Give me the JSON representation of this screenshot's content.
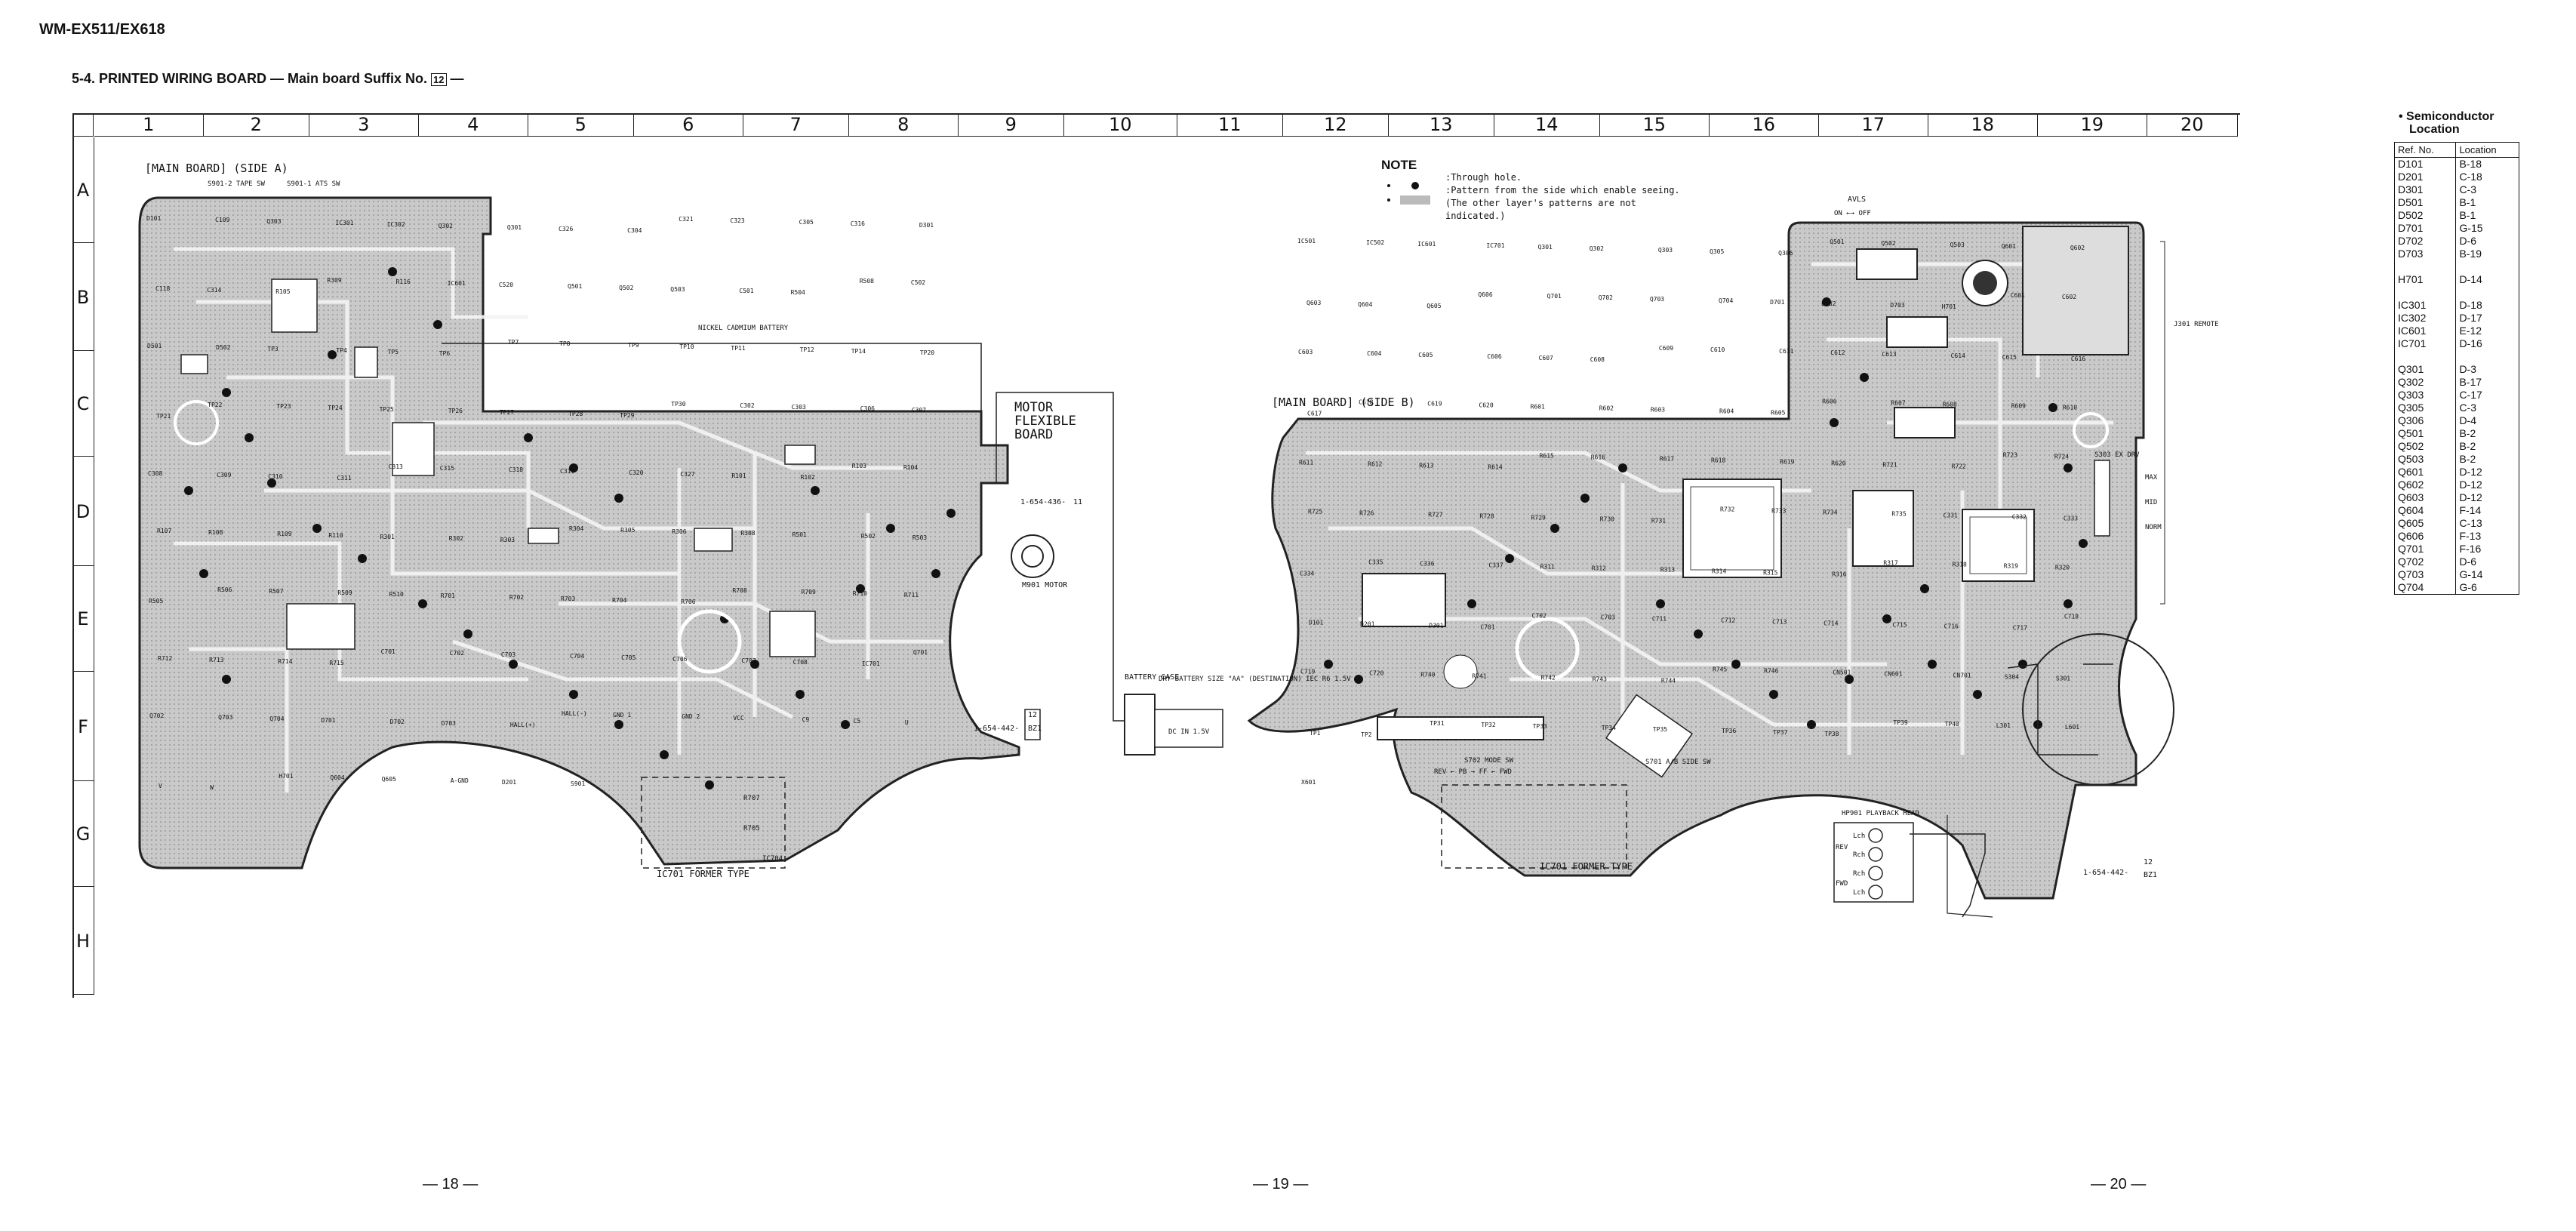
{
  "doc": {
    "title": "WM-EX511/EX618",
    "section_prefix": "5-4.  PRINTED  WIRING  BOARD — Main board Suffix No.",
    "suffix_no": "12",
    "section_suffix": "—"
  },
  "grid": {
    "columns": [
      "1",
      "2",
      "3",
      "4",
      "5",
      "6",
      "7",
      "8",
      "9",
      "10",
      "11",
      "12",
      "13",
      "14",
      "15",
      "16",
      "17",
      "18",
      "19",
      "20"
    ],
    "rows": [
      "A",
      "B",
      "C",
      "D",
      "E",
      "F",
      "G",
      "H"
    ]
  },
  "side_a": {
    "title": "[MAIN BOARD]  (SIDE A)",
    "switch_labels": [
      "S901-2 TAPE SW",
      "S901-1 ATS SW"
    ],
    "battery_label": "NICKEL CADMIUM BATTERY",
    "motor_flex_label": [
      "MOTOR",
      "FLEXIBLE",
      "BOARD"
    ],
    "motor_label": "M901 MOTOR",
    "battery_case_label": "BATTERY CASE",
    "dry_battery_label": "DRY BATTERY SIZE \"AA\" (DESTINATION) IEC R6 1.5V",
    "dc_label": "DC IN 1.5V",
    "part_no_1": "1-654-436-",
    "part_no_1_suffix": "11",
    "part_no_2": "1-654-442-",
    "part_no_2_suffix": [
      "12",
      "BZ1"
    ],
    "ic_former": "IC701 FORMER TYPE",
    "ic_former_parts": [
      "R707",
      "R705",
      "IC704"
    ],
    "labels": [
      "D101",
      "C109",
      "Q303",
      "IC301",
      "IC302",
      "Q302",
      "Q301",
      "C326",
      "C304",
      "C321",
      "C323",
      "C305",
      "C316",
      "D301",
      "C118",
      "C314",
      "R105",
      "R309",
      "R116",
      "IC601",
      "C520",
      "Q501",
      "Q502",
      "Q503",
      "C501",
      "R504",
      "R508",
      "C502",
      "D501",
      "D502",
      "TP3",
      "TP4",
      "TP5",
      "TP6",
      "TP7",
      "TP8",
      "TP9",
      "TP10",
      "TP11",
      "TP12",
      "TP14",
      "TP20",
      "TP21",
      "TP22",
      "TP23",
      "TP24",
      "TP25",
      "TP26",
      "TP27",
      "TP28",
      "TP29",
      "TP30",
      "C302",
      "C303",
      "C306",
      "C307",
      "C308",
      "C309",
      "C310",
      "C311",
      "C313",
      "C315",
      "C318",
      "C319",
      "C320",
      "C327",
      "R101",
      "R102",
      "R103",
      "R104",
      "R107",
      "R108",
      "R109",
      "R110",
      "R301",
      "R302",
      "R303",
      "R304",
      "R305",
      "R306",
      "R308",
      "R501",
      "R502",
      "R503",
      "R505",
      "R506",
      "R507",
      "R509",
      "R510",
      "R701",
      "R702",
      "R703",
      "R704",
      "R706",
      "R708",
      "R709",
      "R710",
      "R711",
      "R712",
      "R713",
      "R714",
      "R715",
      "C701",
      "C702",
      "C703",
      "C704",
      "C705",
      "C706",
      "C707",
      "C708",
      "IC701",
      "Q701",
      "Q702",
      "Q703",
      "Q704",
      "D701",
      "D702",
      "D703",
      "HALL(+)",
      "HALL(-)",
      "GND 1",
      "GND 2",
      "VCC",
      "C9",
      "C5",
      "U",
      "V",
      "W",
      "H701",
      "Q604",
      "Q605",
      "A-GND",
      "D201",
      "S901"
    ]
  },
  "side_b": {
    "title": "[MAIN BOARD]  (SIDE B)",
    "avls_label": "AVLS",
    "avls_switch": "ON ←→ OFF",
    "remote_label": "J301 REMOTE",
    "s303_label": "S303 EX DRV",
    "s303_positions": [
      "MAX",
      "MID",
      "NORM"
    ],
    "s702_label": "S702 MODE SW",
    "s702_positions": "REV ← PB → FF ← FWD",
    "s701_label": "S701 A/B SIDE SW",
    "playback_head_label": "HP901 PLAYBACK HEAD",
    "head_pins": [
      "REV",
      "Lch",
      "Rch",
      "Rch",
      "FWD",
      "Lch"
    ],
    "part_no": "1-654-442-",
    "part_no_suffix": [
      "12",
      "BZ1"
    ],
    "ic_former": "IC701 FORMER TYPE",
    "labels": [
      "IC501",
      "IC502",
      "IC601",
      "IC701",
      "Q301",
      "Q302",
      "Q303",
      "Q305",
      "Q306",
      "Q501",
      "Q502",
      "Q503",
      "Q601",
      "Q602",
      "Q603",
      "Q604",
      "Q605",
      "Q606",
      "Q701",
      "Q702",
      "Q703",
      "Q704",
      "D701",
      "D702",
      "D703",
      "H701",
      "C601",
      "C602",
      "C603",
      "C604",
      "C605",
      "C606",
      "C607",
      "C608",
      "C609",
      "C610",
      "C611",
      "C612",
      "C613",
      "C614",
      "C615",
      "C616",
      "C617",
      "C618",
      "C619",
      "C620",
      "R601",
      "R602",
      "R603",
      "R604",
      "R605",
      "R606",
      "R607",
      "R608",
      "R609",
      "R610",
      "R611",
      "R612",
      "R613",
      "R614",
      "R615",
      "R616",
      "R617",
      "R618",
      "R619",
      "R620",
      "R721",
      "R722",
      "R723",
      "R724",
      "R725",
      "R726",
      "R727",
      "R728",
      "R729",
      "R730",
      "R731",
      "R732",
      "R733",
      "R734",
      "R735",
      "C331",
      "C332",
      "C333",
      "C334",
      "C335",
      "C336",
      "C337",
      "R311",
      "R312",
      "R313",
      "R314",
      "R315",
      "R316",
      "R317",
      "R318",
      "R319",
      "R320",
      "D101",
      "D201",
      "D301",
      "C701",
      "C702",
      "C703",
      "C711",
      "C712",
      "C713",
      "C714",
      "C715",
      "C716",
      "C717",
      "C718",
      "C719",
      "C720",
      "R740",
      "R741",
      "R742",
      "R743",
      "R744",
      "R745",
      "R746",
      "CN501",
      "CN601",
      "CN701",
      "S304",
      "S301",
      "TP1",
      "TP2",
      "TP31",
      "TP32",
      "TP33",
      "TP34",
      "TP35",
      "TP36",
      "TP37",
      "TP38",
      "TP39",
      "TP40",
      "L301",
      "L601",
      "X601"
    ]
  },
  "note": {
    "title": "NOTE",
    "items": [
      ":Through hole.",
      ":Pattern from the side which enable seeing.",
      "(The other layer's patterns are not",
      " indicated.)"
    ]
  },
  "semiconductor_location": {
    "title": [
      "• Semiconductor",
      "Location"
    ],
    "headers": [
      "Ref. No.",
      "Location"
    ],
    "rows": [
      [
        "D101",
        "B-18"
      ],
      [
        "D201",
        "C-18"
      ],
      [
        "D301",
        "C-3"
      ],
      [
        "D501",
        "B-1"
      ],
      [
        "D502",
        "B-1"
      ],
      [
        "D701",
        "G-15"
      ],
      [
        "D702",
        "D-6"
      ],
      [
        "D703",
        "B-19"
      ],
      [
        "",
        ""
      ],
      [
        "H701",
        "D-14"
      ],
      [
        "",
        ""
      ],
      [
        "IC301",
        "D-18"
      ],
      [
        "IC302",
        "D-17"
      ],
      [
        "IC601",
        "E-12"
      ],
      [
        "IC701",
        "D-16"
      ],
      [
        "",
        ""
      ],
      [
        "Q301",
        "D-3"
      ],
      [
        "Q302",
        "B-17"
      ],
      [
        "Q303",
        "C-17"
      ],
      [
        "Q305",
        "C-3"
      ],
      [
        "Q306",
        "D-4"
      ],
      [
        "Q501",
        "B-2"
      ],
      [
        "Q502",
        "B-2"
      ],
      [
        "Q503",
        "B-2"
      ],
      [
        "Q601",
        "D-12"
      ],
      [
        "Q602",
        "D-12"
      ],
      [
        "Q603",
        "D-12"
      ],
      [
        "Q604",
        "F-14"
      ],
      [
        "Q605",
        "C-13"
      ],
      [
        "Q606",
        "F-13"
      ],
      [
        "Q701",
        "F-16"
      ],
      [
        "Q702",
        "D-6"
      ],
      [
        "Q703",
        "G-14"
      ],
      [
        "Q704",
        "G-6"
      ]
    ]
  },
  "pages": [
    "— 18 —",
    "— 19 —",
    "— 20 —"
  ]
}
